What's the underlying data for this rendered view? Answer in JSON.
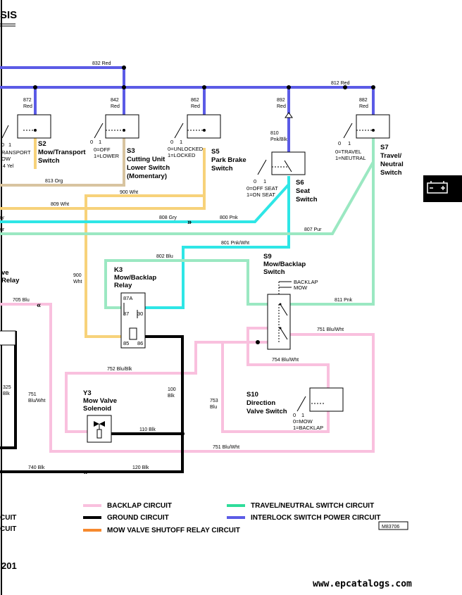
{
  "header": {
    "title_fragment": "SIS",
    "page_fragment": "201"
  },
  "tab_icon": "battery-icon",
  "wires": {
    "w832": "832 Red",
    "w812": "812 Red",
    "w872": [
      "872",
      "Red"
    ],
    "w842": [
      "842",
      "Red"
    ],
    "w862": [
      "862",
      "Red"
    ],
    "w892": [
      "892",
      "Red"
    ],
    "w882": [
      "882",
      "Red"
    ],
    "w810": [
      "810",
      "Pnk/Blk"
    ],
    "w813": "813 Org",
    "w900a": "900 Wht",
    "w809": "809 Wht",
    "w808": "808 Gry",
    "w800": "800 Pnk",
    "w807": "807 Pur",
    "w801": "801 Pnk/Wht",
    "w802": "802 Blu",
    "w900b": [
      "900",
      "Wht"
    ],
    "w705": "705 Blu",
    "w811": "811 Pnk",
    "w751a": "751 Blu/Wht",
    "w754": "754 Blu/Wht",
    "w752": "752 Blu/Blk",
    "w100": [
      "100",
      "Blk"
    ],
    "w110": "110 Blk",
    "w751b": [
      "751",
      "Blu/Wht"
    ],
    "w325": [
      "325",
      "Blk"
    ],
    "w753": [
      "753",
      "Blu"
    ],
    "w751c": "751 Blu/Wht",
    "w740": "740 Blk",
    "w120": "120 Blk",
    "frag_gry": "ry",
    "frag_pur": "ur",
    "frag_yel": "4 Yel"
  },
  "components": {
    "s2": {
      "id": "S2",
      "name": [
        "Mow/Transport",
        "Switch"
      ],
      "frag": [
        "RANSPORT",
        "OW"
      ],
      "pos": [
        "0",
        "1"
      ]
    },
    "s3": {
      "id": "S3",
      "name": [
        "Cutting Unit",
        "Lower Switch",
        "(Momentary)"
      ],
      "legend": [
        "0=OFF",
        "1=LOWER"
      ],
      "pos": [
        "0",
        "1"
      ]
    },
    "s5": {
      "id": "S5",
      "name": [
        "Park Brake",
        "Switch"
      ],
      "legend": [
        "0=UNLOCKED",
        "1=LOCKED"
      ],
      "pos": [
        "0",
        "1"
      ]
    },
    "s6": {
      "id": "S6",
      "name": [
        "Seat",
        "Switch"
      ],
      "legend": [
        "0=OFF SEAT",
        "1=ON SEAT"
      ],
      "pos": [
        "0",
        "1"
      ]
    },
    "s7": {
      "id": "S7",
      "name": [
        "Travel/",
        "Neutral",
        "Switch"
      ],
      "legend": [
        "0=TRAVEL",
        "1=NEUTRAL"
      ],
      "pos": [
        "0",
        "1"
      ]
    },
    "s9": {
      "id": "S9",
      "name": [
        "Mow/Backlap",
        "Switch"
      ],
      "backlap": "BACKLAP",
      "mow": "MOW"
    },
    "k3": {
      "id": "K3",
      "name": [
        "Mow/Backlap",
        "Relay"
      ],
      "t87a": "87A",
      "t87": "87",
      "t30": "30",
      "t85": "85",
      "t86": "86"
    },
    "y3": {
      "id": "Y3",
      "name": [
        "Mow Valve",
        "Solenoid"
      ]
    },
    "s10": {
      "id": "S10",
      "name": [
        "Direction",
        "Valve Switch"
      ],
      "legend": [
        "0=MOW",
        "1=BACKLAP"
      ],
      "pos": [
        "0",
        "1"
      ]
    },
    "left_frags": [
      "ve",
      "Relay"
    ]
  },
  "legend": [
    {
      "label": "BACKLAP CIRCUIT",
      "color": "#f9c0de"
    },
    {
      "label": "GROUND CIRCUIT",
      "color": "#000000"
    },
    {
      "label": "MOW VALVE SHUTOFF RELAY CIRCUIT",
      "color": "#f6892e"
    },
    {
      "label": "TRAVEL/NEUTRAL SWITCH CIRCUIT",
      "color": "#2fdc9a"
    },
    {
      "label": "INTERLOCK SWITCH POWER CIRCUIT",
      "color": "#5b5be6"
    }
  ],
  "legend_frags": [
    "CUIT",
    "CUIT"
  ],
  "figure_id": "M83706",
  "website": "www.epcatalogs.com",
  "colors": {
    "interlock": "#5b5be6",
    "cyan": "#2ee6e6",
    "mint": "#9be8c2",
    "tan": "#d8c4a0",
    "wht": "#f7d27a",
    "pink": "#f9c0de",
    "ground": "#000000"
  }
}
